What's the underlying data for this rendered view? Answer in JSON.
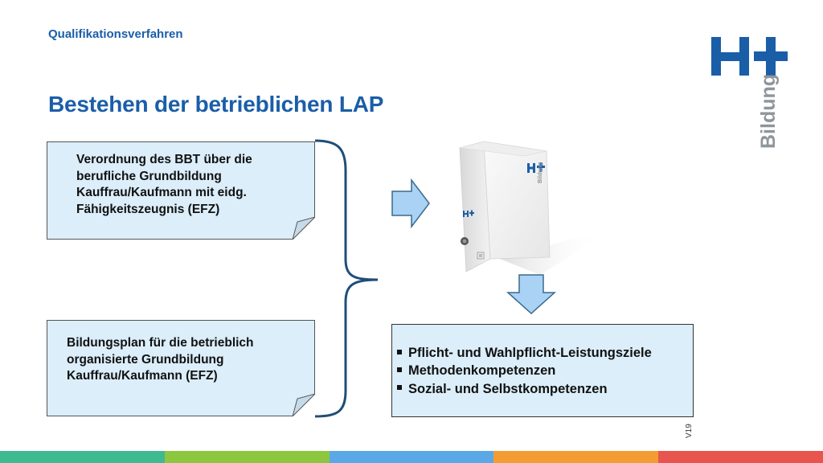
{
  "header": {
    "subtitle": "Qualifikationsverfahren",
    "title": "Bestehen der betrieblichen LAP"
  },
  "logo": {
    "mark": "H+",
    "word": "Bildung",
    "color": "#1a5ea8"
  },
  "sources": [
    {
      "lines": [
        "Verordnung des BBT über die",
        "berufliche Grundbildung",
        "Kauffrau/Kaufmann mit eidg.",
        "Fähigkeitszeugnis (EFZ)"
      ]
    },
    {
      "lines": [
        "Bildungsplan für die betrieblich",
        "organisierte Grundbildung",
        "Kauffrau/Kaufmann (EFZ)"
      ]
    }
  ],
  "binder": {
    "mark": "H+",
    "word": "Bildung"
  },
  "results": [
    "Pflicht- und Wahlpflicht-Leistungsziele",
    "Methodenkompetenzen",
    "Sozial- und Selbstkompetenzen"
  ],
  "version": "V19",
  "colors": {
    "accent": "#1a5ea8",
    "note_fill": "#dbeefa",
    "brace": "#1f4e79",
    "arrow_fill": "#a9d2f5",
    "stripe": [
      "#3fb98f",
      "#8dc63f",
      "#5aa9e6",
      "#f39c34",
      "#e8554e"
    ]
  },
  "icons": {
    "arrow_right": "arrow-right-icon",
    "arrow_down": "arrow-down-icon",
    "brace": "curly-brace-icon",
    "binder": "binder-icon",
    "bullet": "square-bullet-icon"
  }
}
